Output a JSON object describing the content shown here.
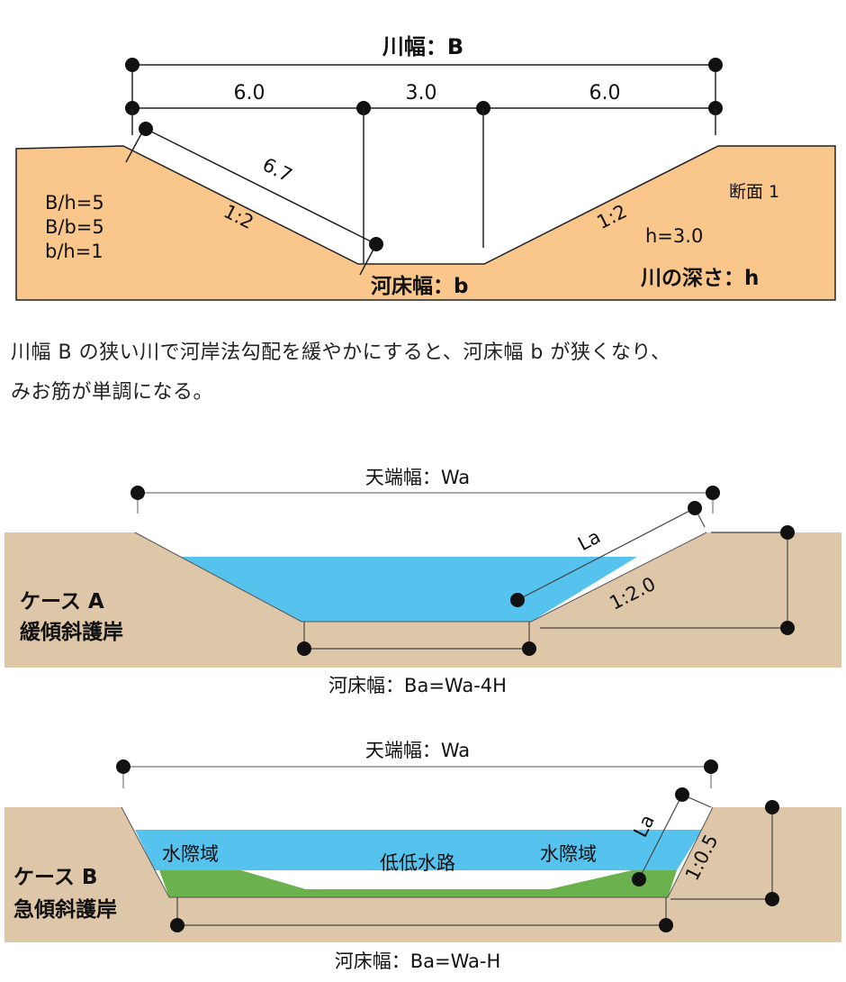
{
  "diagram1": {
    "title": "川幅：B",
    "seg_left": "6.0",
    "seg_mid": "3.0",
    "seg_right": "6.0",
    "slope_len": "6.7",
    "slope_left": "1:2",
    "slope_right": "1:2",
    "ratios": [
      "B/h=5",
      "B/b=5",
      "b/h=1"
    ],
    "section": "断面 1",
    "depth_val": "h=3.0",
    "depth_label": "川の深さ：h",
    "bed_label": "河床幅：b",
    "ground_color": "#F9C68B"
  },
  "caption": {
    "line1": "川幅 B の狭い川で河岸法勾配を緩やかにすると、河床幅 b が狭くなり、",
    "line2": "みお筋が単調になる。"
  },
  "case_a": {
    "top_label": "天端幅：Wa",
    "slope_label": "La",
    "ratio": "1:2.0",
    "name_line1": "ケース A",
    "name_line2": "緩傾斜護岸",
    "bed_label": "河床幅：Ba=Wa-4H",
    "water_color": "#55C3EE",
    "ground_color": "#DEC6A8"
  },
  "case_b": {
    "top_label": "天端幅：Wa",
    "slope_label": "La",
    "ratio": "1:0.5",
    "name_line1": "ケース B",
    "name_line2": "急傾斜護岸",
    "left_zone": "水際域",
    "center_zone": "低低水路",
    "right_zone": "水際域",
    "bed_label": "河床幅：Ba=Wa-H",
    "water_color": "#55C3EE",
    "grass_color": "#6BB24F",
    "ground_color": "#DEC6A8"
  }
}
